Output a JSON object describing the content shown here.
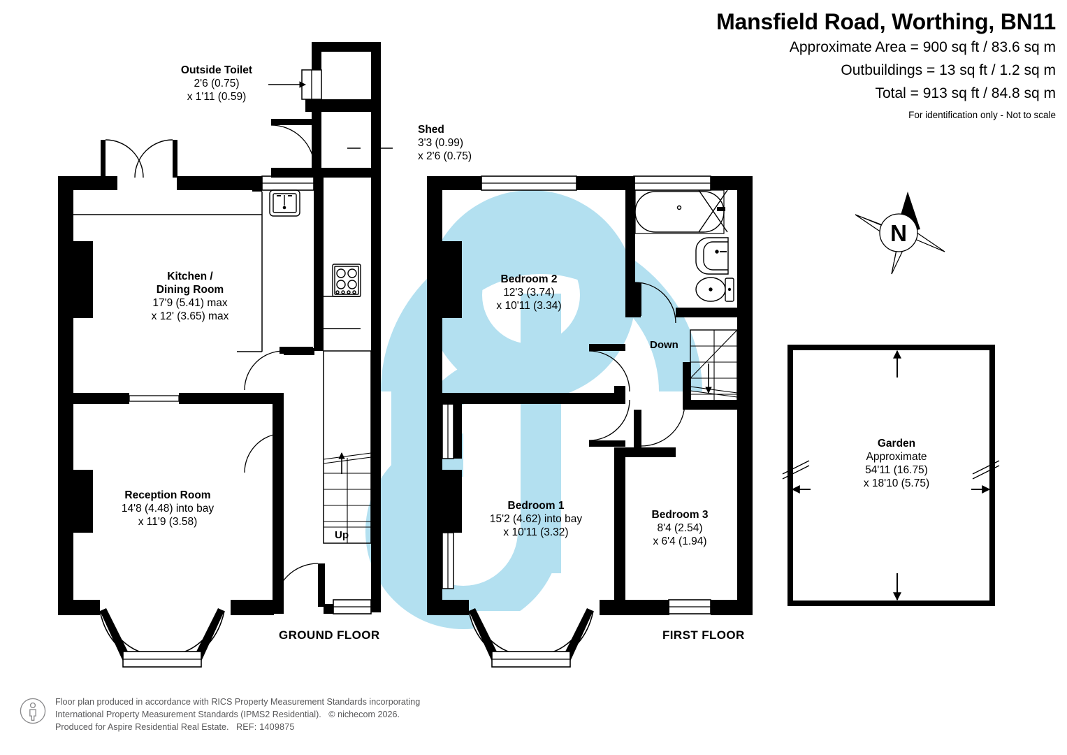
{
  "header": {
    "title": "Mansfield Road, Worthing, BN11",
    "area_lines": [
      "Approximate Area = 900 sq ft / 83.6 sq m",
      "Outbuildings = 13 sq ft / 1.2 sq m",
      "Total = 913 sq ft / 84.8 sq m"
    ],
    "disclaimer": "For identification only - Not to scale"
  },
  "floors": {
    "ground_label": "GROUND FLOOR",
    "first_label": "FIRST FLOOR"
  },
  "rooms": {
    "outside_toilet": {
      "name": "Outside Toilet",
      "dim1": "2'6 (0.75)",
      "dim2": "x 1'11 (0.59)"
    },
    "shed": {
      "name": "Shed",
      "dim1": "3'3 (0.99)",
      "dim2": "x 2'6 (0.75)"
    },
    "kitchen_dining": {
      "name_line1": "Kitchen /",
      "name_line2": "Dining Room",
      "dim1": "17'9 (5.41) max",
      "dim2": "x 12' (3.65) max"
    },
    "reception": {
      "name": "Reception Room",
      "dim1": "14'8 (4.48) into bay",
      "dim2": "x 11'9 (3.58)"
    },
    "bedroom2": {
      "name": "Bedroom 2",
      "dim1": "12'3 (3.74)",
      "dim2": "x 10'11 (3.34)"
    },
    "bedroom1": {
      "name": "Bedroom 1",
      "dim1": "15'2 (4.62) into bay",
      "dim2": "x 10'11 (3.32)"
    },
    "bedroom3": {
      "name": "Bedroom 3",
      "dim1": "8'4 (2.54)",
      "dim2": "x 6'4 (1.94)"
    },
    "garden": {
      "name": "Garden",
      "approx": "Approximate",
      "dim1": "54'11 (16.75)",
      "dim2": "x 18'10 (5.75)"
    }
  },
  "stairs": {
    "up_label": "Up",
    "down_label": "Down"
  },
  "compass": {
    "north_label": "N"
  },
  "footer": {
    "line1": "Floor plan produced in accordance with RICS Property Measurement Standards incorporating",
    "line2": "International Property Measurement Standards (IPMS2 Residential).",
    "copyright": "© nichecom 2026.",
    "line3": "Produced for Aspire Residential Real Estate.",
    "ref": "REF:  1409875"
  },
  "colors": {
    "wall": "#000000",
    "watermark": "#b3e0f0",
    "footer_text": "#58585a",
    "page": "#ffffff"
  }
}
